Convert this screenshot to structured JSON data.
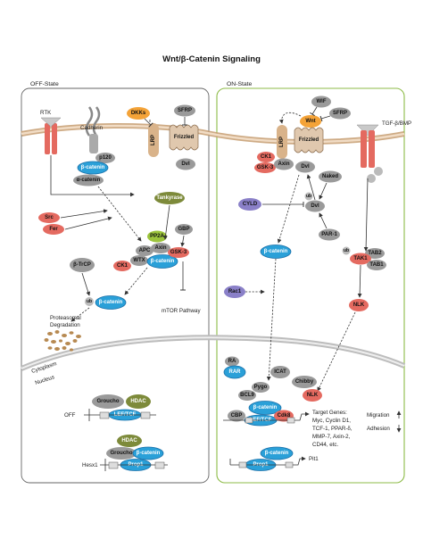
{
  "title": "Wnt/β-Catenin Signaling",
  "colors": {
    "blue": "#2aa0d8",
    "blue_dark": "#1a6fa8",
    "gray": "#9a9a9a",
    "gray_dark": "#707070",
    "red": "#e46a60",
    "orange": "#f4a338",
    "olive": "#7d8a3a",
    "green": "#9cc43c",
    "purple": "#8a80c8",
    "membrane": "#d9b38a",
    "on_border": "#8dbb47",
    "off_border": "#666666"
  },
  "off_state": {
    "label": "OFF-State",
    "receptors": [
      "RTK",
      "Cadherin"
    ],
    "proteins": {
      "p120": "p120",
      "beta_catenin_membrane": "β-catenin",
      "alpha_catenin": "α-catenin",
      "src": "Src",
      "fer": "Fer",
      "dkks": "DKKs",
      "sfrp": "SFRP",
      "lrp": "LRP",
      "frizzled": "Frizzled",
      "dvl": "Dvl",
      "tankyrase": "Tankyrase",
      "pp2a": "PP2A",
      "gbp": "GBP",
      "apc": "APC",
      "axin": "Axin",
      "wtx": "WTX",
      "beta_catenin_complex": "β-catenin",
      "gsk3": "GSK-3",
      "ck1": "CK1",
      "btrcp": "β-TrCP",
      "ub": "ub",
      "beta_catenin_ub": "β-catenin",
      "groucho": "Groucho",
      "hdac": "HDAC",
      "lef_tcf": "LEF/TCF",
      "hdac2": "HDAC",
      "groucho2": "Groucho",
      "beta_catenin_nuc": "β-catenin",
      "prop1": "Prop1"
    },
    "labels": {
      "mtor": "mTOR Pathway",
      "degradation": "Proteasomal\nDegradation",
      "cytoplasm": "Cytoplasm",
      "nucleus": "Nucleus",
      "off": "OFF",
      "hesx1": "Hesx1"
    }
  },
  "on_state": {
    "label": "ON-State",
    "proteins": {
      "wif": "WIF",
      "wnt": "Wnt",
      "sfrp": "SFRP",
      "lrp": "LRP",
      "frizzled": "Frizzled",
      "ck1": "CK1",
      "gsk3": "GSK-3",
      "axin": "Axin",
      "dvl": "Dvl",
      "naked": "Naked",
      "cyld": "CYLD",
      "ub": "ub",
      "dvl2": "Dvl",
      "par1": "PAR-1",
      "beta_catenin": "β-catenin",
      "tgf": "TGF-β/BMP",
      "ub2": "ub",
      "tab2": "TAB2",
      "tak1": "TAK1",
      "tab1": "TAB1",
      "nlk": "NLK",
      "rac1": "Rac1",
      "ra": "RA",
      "rar": "RAR",
      "icat": "ICAT",
      "chibby": "Chibby",
      "pygo": "Pygo",
      "bcl9": "BCL9",
      "beta_catenin_nuc": "β-catenin",
      "nlk2": "NLK",
      "cbp": "CBP",
      "lef_tcf": "LEF/TCF",
      "cdk8": "Cdk8",
      "prop1": "Prop1",
      "beta_catenin_pit": "β-catenin"
    },
    "labels": {
      "targets_title": "Target Genes:",
      "targets_lines": [
        "Myc, Cyclin D1,",
        "TCF-1, PPAR-δ,",
        "MMP-7, Axin-2,",
        "CD44, etc."
      ],
      "migration": "Migration",
      "adhesion": "Adhesion",
      "pit1": "Pit1"
    }
  }
}
